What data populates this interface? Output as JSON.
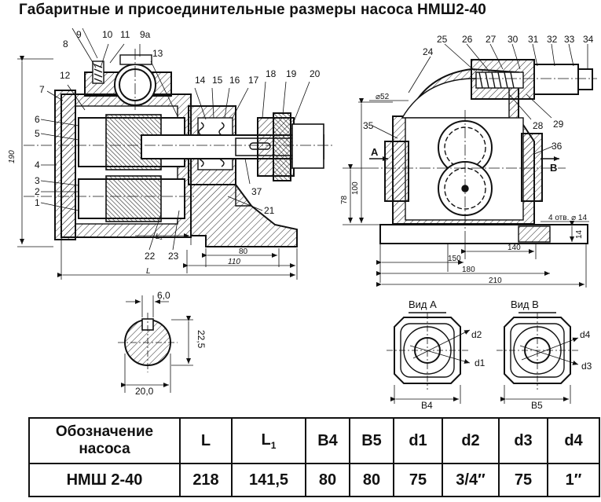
{
  "title": "Габаритные и присоединительные размеры насоса НМШ2-40",
  "drawing": {
    "callouts_left": [
      "1",
      "2",
      "3",
      "4",
      "5",
      "6",
      "7",
      "8",
      "9",
      "10",
      "11",
      "9а",
      "12",
      "13",
      "14",
      "15",
      "16",
      "17",
      "18",
      "19",
      "20",
      "21",
      "22",
      "23",
      "37"
    ],
    "callouts_right": [
      "24",
      "25",
      "26",
      "27",
      "30",
      "31",
      "32",
      "33",
      "34",
      "28",
      "29",
      "35",
      "36"
    ],
    "dims_left": {
      "h190": "190",
      "L1": "L₁",
      "d80": "80",
      "d110": "110",
      "L": "L"
    },
    "dims_right": {
      "dia52": "⌀52",
      "h100": "100",
      "h78": "78",
      "holes": "4 отв. ⌀ 14",
      "h14": "14",
      "d140": "140",
      "d150": "150",
      "d180": "180",
      "d210": "210"
    },
    "ports": {
      "inlet": "A",
      "outlet": "B"
    },
    "key_section": {
      "width": "6,0",
      "height": "22,5",
      "diameter": "20,0"
    },
    "view_a": {
      "title": "Вид A",
      "d2": "d2",
      "d1": "d1",
      "b": "B4"
    },
    "view_b": {
      "title": "Вид B",
      "d4": "d4",
      "d3": "d3",
      "b": "B5"
    }
  },
  "table": {
    "headers": [
      "Обозначение насоса",
      "L",
      "L1",
      "B4",
      "B5",
      "d1",
      "d2",
      "d3",
      "d4"
    ],
    "row": [
      "НМШ 2-40",
      "218",
      "141,5",
      "80",
      "80",
      "75",
      "3/4″",
      "75",
      "1″"
    ]
  }
}
